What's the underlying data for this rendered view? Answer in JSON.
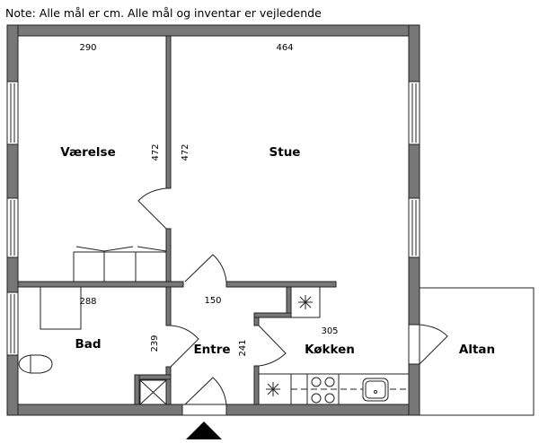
{
  "note": "Note: Alle mål er cm. Alle mål og inventar er vejledende",
  "rooms": {
    "vaerelse": {
      "label": "Værelse",
      "width": "290",
      "depth": "472"
    },
    "stue": {
      "label": "Stue",
      "width": "464",
      "depth": "472"
    },
    "bad": {
      "label": "Bad",
      "width": "288",
      "depth": "239"
    },
    "entre": {
      "label": "Entre",
      "width": "150",
      "depth": "241"
    },
    "koekken": {
      "label": "Køkken",
      "width": "305"
    },
    "altan": {
      "label": "Altan"
    }
  }
}
